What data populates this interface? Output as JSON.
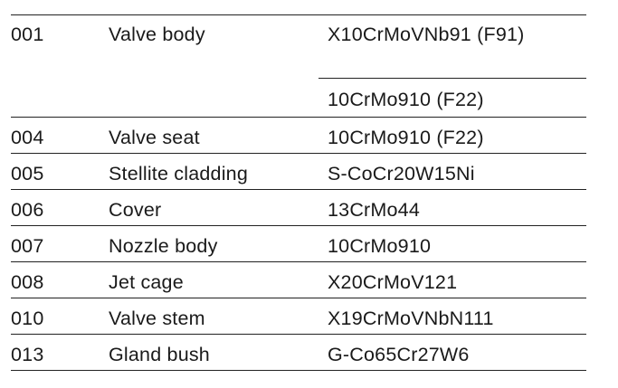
{
  "rows": [
    {
      "pos": "001",
      "name": "Valve body",
      "material": "X10CrMoVNb91 (F91)",
      "material_alt": "10CrMo910 (F22)"
    },
    {
      "pos": "004",
      "name": "Valve seat",
      "material": "10CrMo910 (F22)"
    },
    {
      "pos": "005",
      "name": "Stellite cladding",
      "material": "S-CoCr20W15Ni"
    },
    {
      "pos": "006",
      "name": "Cover",
      "material": "13CrMo44"
    },
    {
      "pos": "007",
      "name": "Nozzle body",
      "material": "10CrMo910"
    },
    {
      "pos": "008",
      "name": "Jet cage",
      "material": "X20CrMoV121"
    },
    {
      "pos": "010",
      "name": "Valve stem",
      "material": "X19CrMoVNbN111"
    },
    {
      "pos": "013",
      "name": "Gland bush",
      "material": "G-Co65Cr27W6"
    }
  ]
}
